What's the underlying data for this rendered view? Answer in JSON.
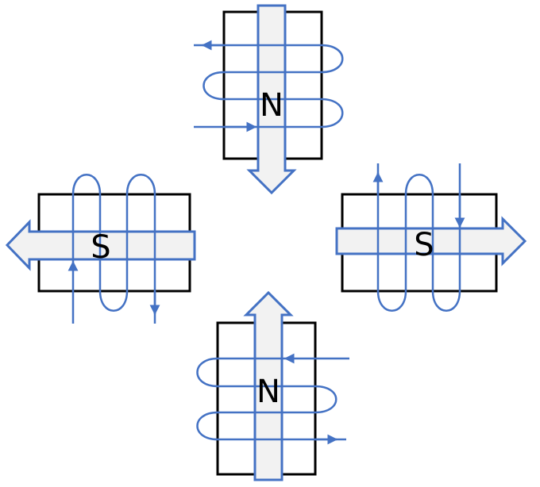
{
  "labels": {
    "top": "N",
    "left": "S",
    "right": "S",
    "bottom": "N"
  },
  "colors": {
    "wire": "#4472c4",
    "core_stroke": "#000000",
    "arrow_fill": "#f2f2f2"
  }
}
